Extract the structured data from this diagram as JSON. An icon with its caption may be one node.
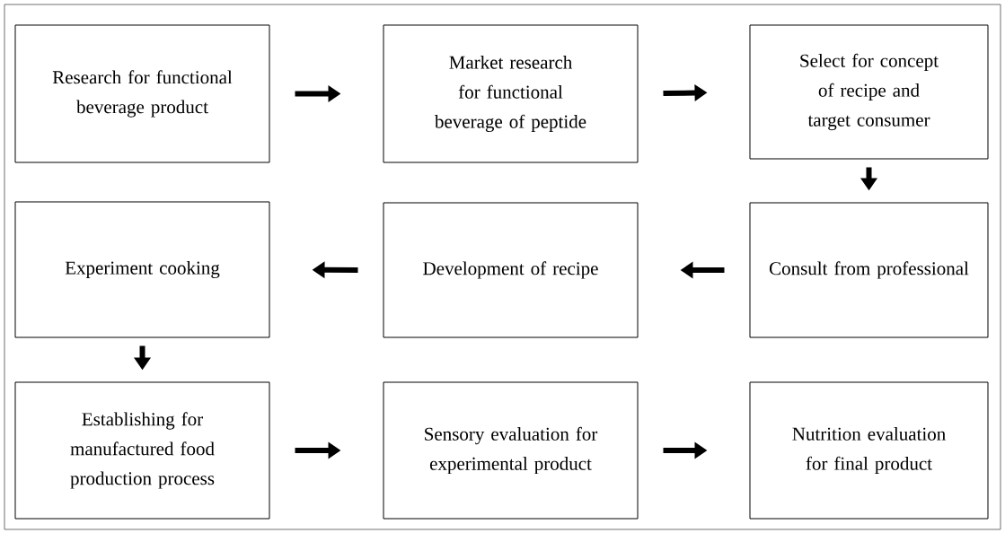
{
  "diagram": {
    "nodes": [
      {
        "text": [
          "Research for functional beverage product"
        ]
      },
      {
        "text": [
          "Market research for functional beverage of peptide"
        ]
      },
      {
        "text": [
          "Select for concept of recipe and target consumer"
        ]
      },
      {
        "text": [
          "Experiment cooking"
        ]
      },
      {
        "text": [
          "Development of recipe"
        ]
      },
      {
        "text": [
          "Consult from professional"
        ]
      },
      {
        "text": [
          "Establishing for manufactured food production process"
        ]
      },
      {
        "text": [
          "Sensory evaluation for experimental product"
        ]
      },
      {
        "text": [
          "Nutrition evaluation for final product"
        ]
      }
    ],
    "edges": [
      {
        "from": 0,
        "to": 1,
        "arrow": "to"
      },
      {
        "from": 1,
        "to": 2,
        "arrow": "to"
      },
      {
        "from": 2,
        "to": 5,
        "arrow": "to"
      },
      {
        "from": 5,
        "to": 4,
        "arrow": "to"
      },
      {
        "from": 4,
        "to": 3,
        "arrow": "to"
      },
      {
        "from": 3,
        "to": 6,
        "arrow": "to"
      },
      {
        "from": 6,
        "to": 7,
        "arrow": "to"
      },
      {
        "from": 7,
        "to": 8,
        "arrow": "to"
      }
    ]
  }
}
